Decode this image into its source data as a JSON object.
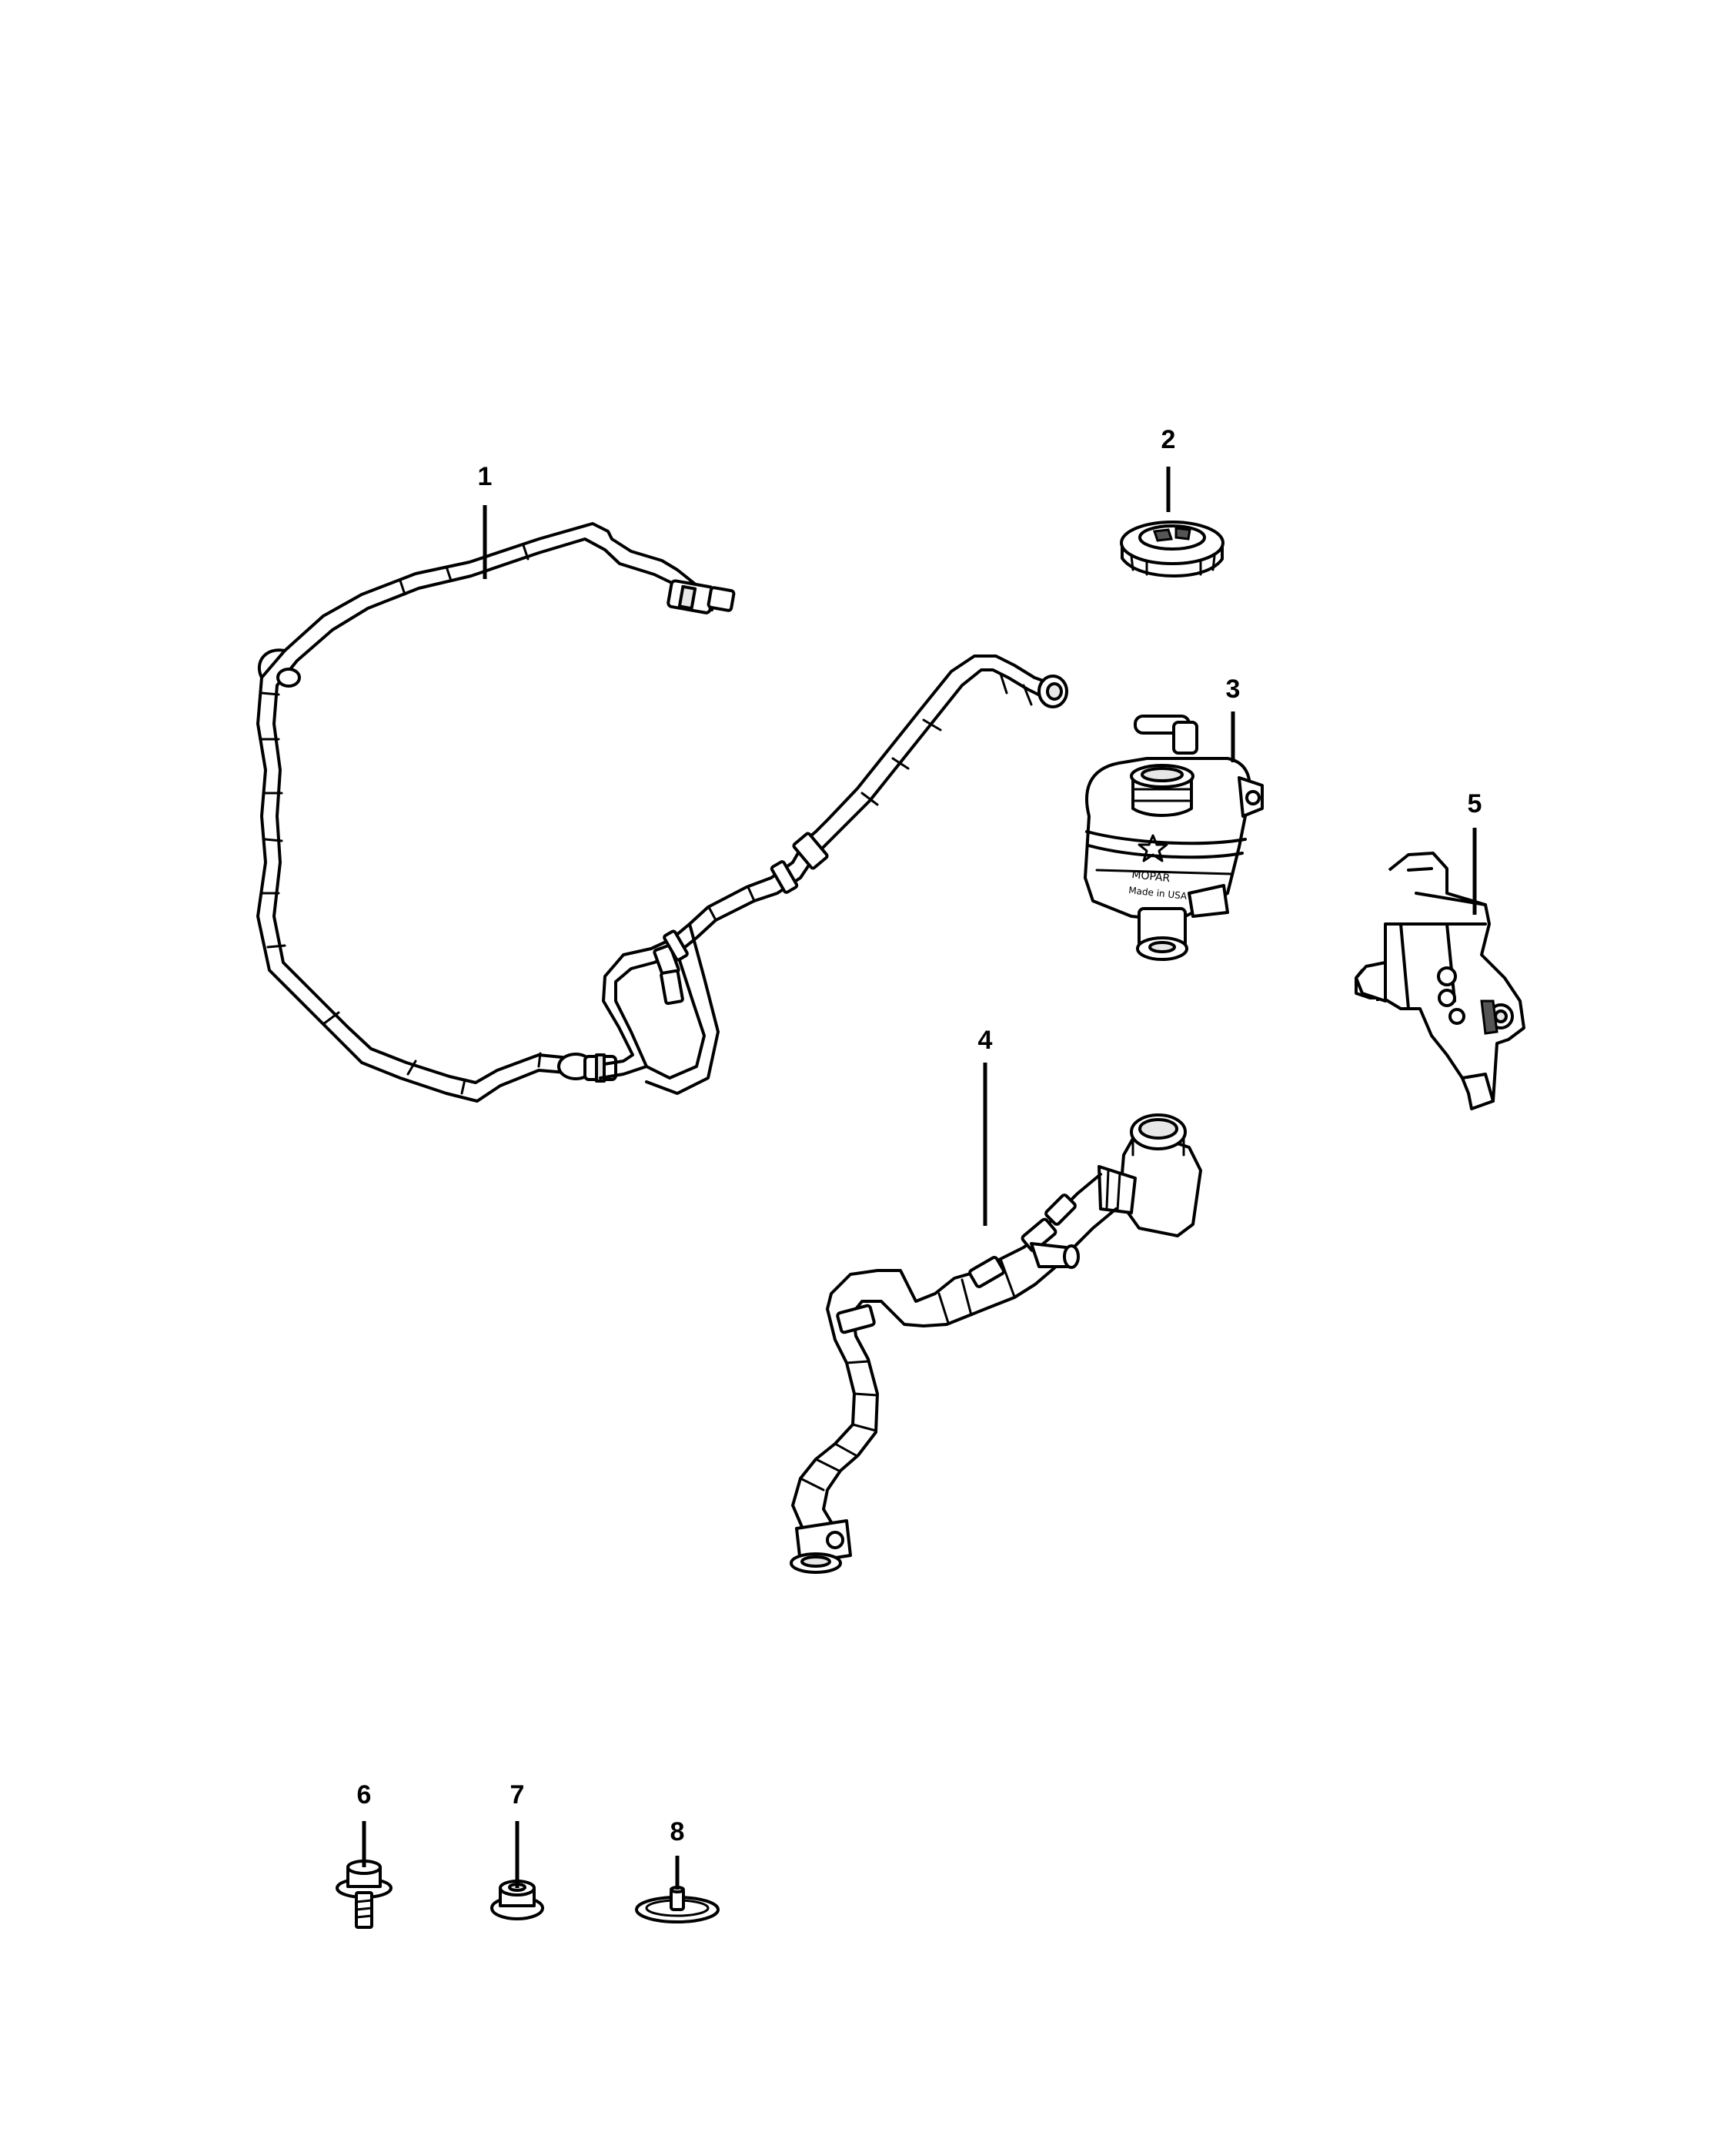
{
  "callouts": [
    {
      "id": "1",
      "label": "1"
    },
    {
      "id": "2",
      "label": "2"
    },
    {
      "id": "3",
      "label": "3"
    },
    {
      "id": "4",
      "label": "4"
    },
    {
      "id": "5",
      "label": "5"
    },
    {
      "id": "6",
      "label": "6"
    },
    {
      "id": "7",
      "label": "7"
    },
    {
      "id": "8",
      "label": "8"
    }
  ],
  "reservoir_markings": {
    "line1": "MOPAR",
    "line2": "Made in USA"
  }
}
